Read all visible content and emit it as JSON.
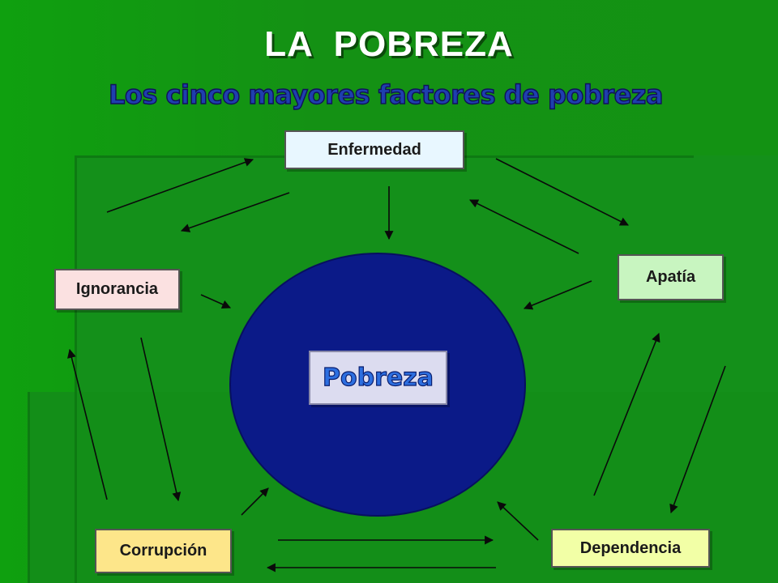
{
  "title": "LA  POBREZA",
  "subtitle": "Los cinco mayores factores de pobreza",
  "center": {
    "label": "Pobreza"
  },
  "factors": {
    "enfermedad": "Enfermedad",
    "ignorancia": "Ignorancia",
    "apatia": "Apatía",
    "corrupcion": "Corrupción",
    "dependencia": "Dependencia"
  },
  "colors": {
    "background": "#129312",
    "circle": "#0b1a88",
    "title": "#ffffff",
    "subtitle": "#1e3fae",
    "arrow": "#0a0a0a"
  }
}
